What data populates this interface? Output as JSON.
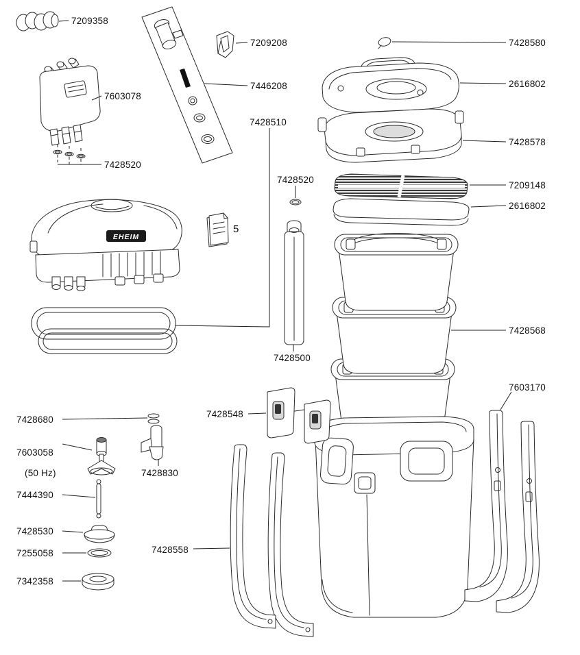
{
  "diagram": {
    "brand": "EHEIM",
    "background": "#ffffff",
    "line_color": "#2a2a2a"
  },
  "labels": [
    {
      "id": "7209358",
      "text": "7209358"
    },
    {
      "id": "7209208",
      "text": "7209208"
    },
    {
      "id": "7428580",
      "text": "7428580"
    },
    {
      "id": "2616802-top-cover",
      "text": "2616802"
    },
    {
      "id": "7603078",
      "text": "7603078"
    },
    {
      "id": "7446208",
      "text": "7446208"
    },
    {
      "id": "7428510",
      "text": "7428510"
    },
    {
      "id": "7428578",
      "text": "7428578"
    },
    {
      "id": "7428520-hose-orings",
      "text": "7428520"
    },
    {
      "id": "7428520-oring",
      "text": "7428520"
    },
    {
      "id": "7209148",
      "text": "7209148"
    },
    {
      "id": "2616802-foam",
      "text": "2616802"
    },
    {
      "id": "manual-ref",
      "text": "5"
    },
    {
      "id": "7428568",
      "text": "7428568"
    },
    {
      "id": "7428500",
      "text": "7428500"
    },
    {
      "id": "7603170",
      "text": "7603170"
    },
    {
      "id": "7428680",
      "text": "7428680"
    },
    {
      "id": "7603058",
      "text": "7603058",
      "text2": "(50 Hz)"
    },
    {
      "id": "7428548",
      "text": "7428548"
    },
    {
      "id": "7428830",
      "text": "7428830"
    },
    {
      "id": "7444390",
      "text": "7444390"
    },
    {
      "id": "7428530",
      "text": "7428530"
    },
    {
      "id": "7255058",
      "text": "7255058"
    },
    {
      "id": "7342358",
      "text": "7342358"
    },
    {
      "id": "7428558",
      "text": "7428558"
    }
  ]
}
